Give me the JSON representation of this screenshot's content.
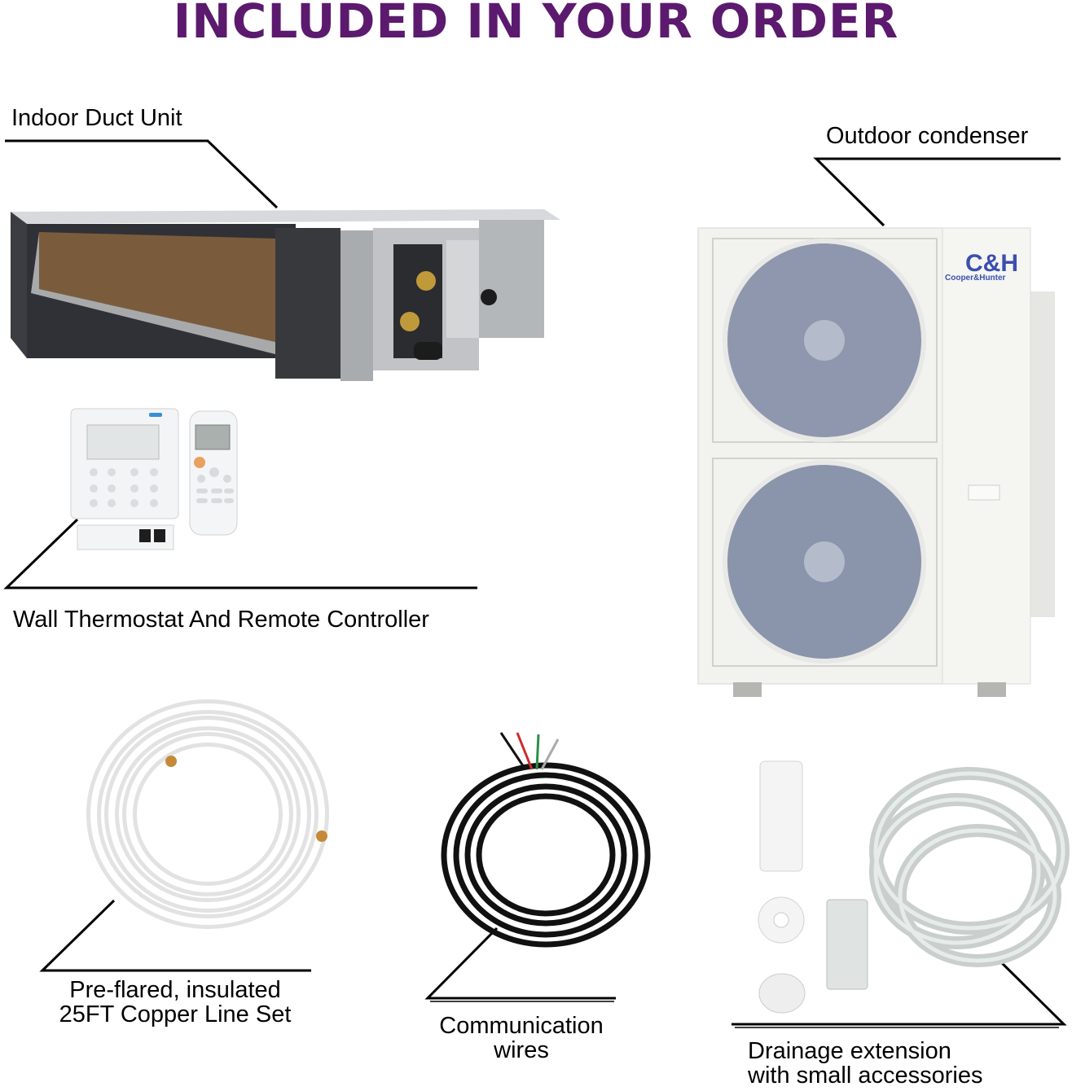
{
  "heading": "INCLUDED IN YOUR ORDER",
  "colors": {
    "heading": "#5b1a6e",
    "line": "#000000"
  },
  "items": [
    {
      "label": "Indoor Duct Unit"
    },
    {
      "label": "Outdoor condenser",
      "brand": "Cooper&Hunter"
    },
    {
      "label": "Wall Thermostat And Remote Controller"
    },
    {
      "label_line1": "Pre-flared, insulated",
      "label_line2": "25FT Copper Line Set"
    },
    {
      "label_line1": "Communication",
      "label_line2": "wires"
    },
    {
      "label_line1": "Drainage extension",
      "label_line2": "with small accessories"
    }
  ]
}
